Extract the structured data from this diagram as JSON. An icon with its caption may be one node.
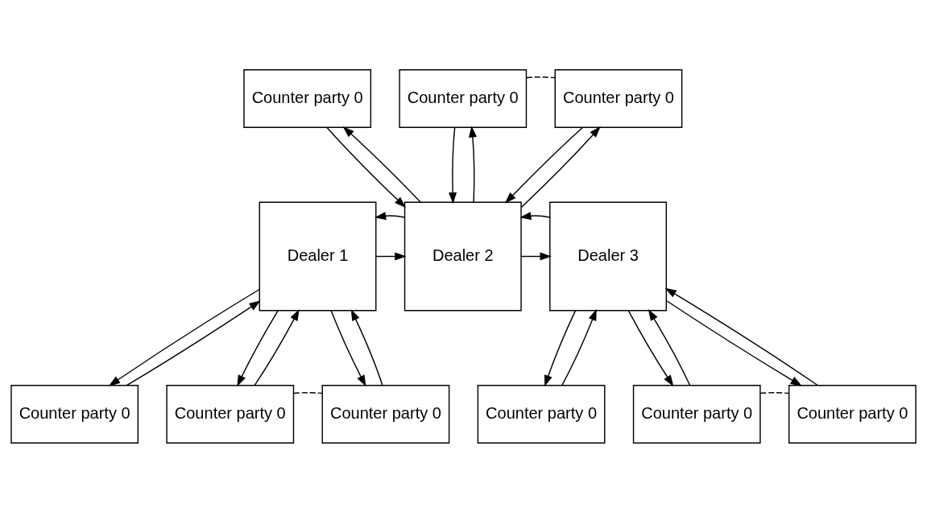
{
  "diagram": {
    "nodes": [
      {
        "text": [
          "Counter party 0"
        ]
      },
      {
        "text": [
          "Counter party 0"
        ]
      },
      {
        "text": [
          "Counter party 0"
        ]
      },
      {
        "text": [
          "Dealer 1"
        ]
      },
      {
        "text": [
          "Dealer 2"
        ]
      },
      {
        "text": [
          "Dealer 3"
        ]
      },
      {
        "text": [
          "Counter party 0"
        ]
      },
      {
        "text": [
          "Counter party 0"
        ]
      },
      {
        "text": [
          "Counter party 0"
        ]
      },
      {
        "text": [
          "Counter party 0"
        ]
      },
      {
        "text": [
          "Counter party 0"
        ]
      },
      {
        "text": [
          "Counter party 0"
        ]
      }
    ],
    "edges": [
      {
        "from": 4,
        "to": 0,
        "arrow": "to"
      },
      {
        "from": 0,
        "to": 4,
        "arrow": "to"
      },
      {
        "from": 4,
        "to": 1,
        "arrow": "to"
      },
      {
        "from": 1,
        "to": 4,
        "arrow": "to"
      },
      {
        "from": 4,
        "to": 2,
        "arrow": "to"
      },
      {
        "from": 2,
        "to": 4,
        "arrow": "to"
      },
      {
        "from": 1,
        "to": 2,
        "arrow": "none",
        "style": "dashed"
      },
      {
        "from": 3,
        "to": 4,
        "arrow": "to"
      },
      {
        "from": 4,
        "to": 3,
        "arrow": "to"
      },
      {
        "from": 4,
        "to": 5,
        "arrow": "to"
      },
      {
        "from": 5,
        "to": 4,
        "arrow": "to"
      },
      {
        "from": 6,
        "to": 3,
        "arrow": "to"
      },
      {
        "from": 3,
        "to": 6,
        "arrow": "to"
      },
      {
        "from": 3,
        "to": 7,
        "arrow": "to"
      },
      {
        "from": 7,
        "to": 3,
        "arrow": "to"
      },
      {
        "from": 3,
        "to": 8,
        "arrow": "to"
      },
      {
        "from": 8,
        "to": 3,
        "arrow": "to"
      },
      {
        "from": 9,
        "to": 5,
        "arrow": "to"
      },
      {
        "from": 5,
        "to": 9,
        "arrow": "to"
      },
      {
        "from": 5,
        "to": 10,
        "arrow": "to"
      },
      {
        "from": 10,
        "to": 5,
        "arrow": "to"
      },
      {
        "from": 5,
        "to": 11,
        "arrow": "to"
      },
      {
        "from": 11,
        "to": 5,
        "arrow": "to"
      },
      {
        "from": 7,
        "to": 8,
        "arrow": "none",
        "style": "dashed"
      },
      {
        "from": 10,
        "to": 11,
        "arrow": "none",
        "style": "dashed"
      }
    ]
  }
}
